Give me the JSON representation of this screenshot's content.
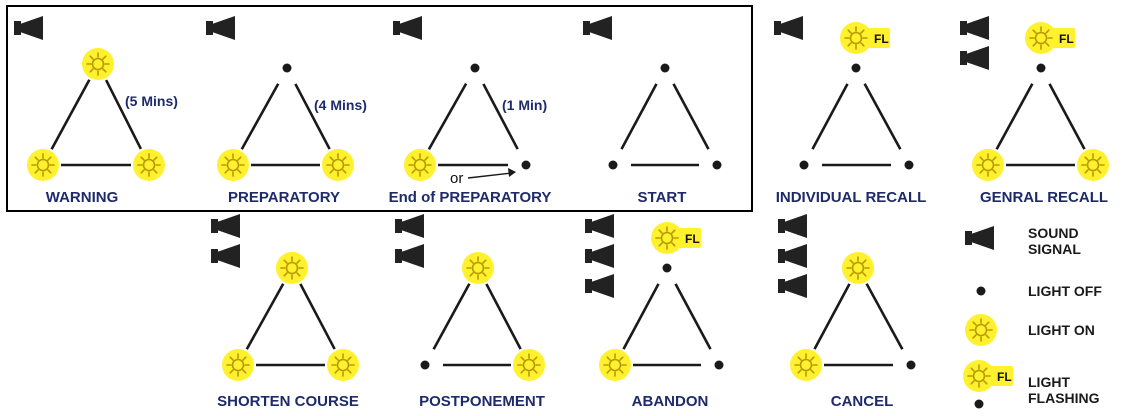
{
  "colors": {
    "label": "#1f2a6b",
    "line": "#1a1a1a",
    "light_glow": "#fff12e",
    "light_ray": "#b89a00",
    "horn": "#222222",
    "frame": "#000000"
  },
  "signals": [
    {
      "label": "WARNING",
      "duration": "(5 Mins)",
      "horns": 1,
      "top": "on",
      "left": "on",
      "right": "on",
      "flash": false
    },
    {
      "label": "PREPARATORY",
      "duration": "(4 Mins)",
      "horns": 1,
      "top": "off",
      "left": "on",
      "right": "on",
      "flash": false
    },
    {
      "label": "End of PREPARATORY",
      "duration": "(1 Min)",
      "horns": 1,
      "top": "off",
      "left": "on",
      "right": "off",
      "flash": false,
      "or_text": "or"
    },
    {
      "label": "START",
      "horns": 1,
      "top": "off",
      "left": "off",
      "right": "off",
      "flash": false
    },
    {
      "label": "INDIVIDUAL RECALL",
      "horns": 1,
      "top": "off",
      "left": "off",
      "right": "off",
      "flash": true,
      "flash_text": "FL"
    },
    {
      "label": "GENRAL RECALL",
      "horns": 2,
      "top": "off",
      "left": "on",
      "right": "on",
      "flash": true,
      "flash_text": "FL"
    },
    {
      "label": "SHORTEN COURSE",
      "horns": 2,
      "top": "on",
      "left": "on",
      "right": "on",
      "flash": false
    },
    {
      "label": "POSTPONEMENT",
      "horns": 2,
      "top": "on",
      "left": "off",
      "right": "on",
      "flash": false
    },
    {
      "label": "ABANDON",
      "horns": 3,
      "top": "off",
      "left": "on",
      "right": "off",
      "flash": true,
      "flash_text": "FL"
    },
    {
      "label": "CANCEL",
      "horns": 3,
      "top": "on",
      "left": "on",
      "right": "off",
      "flash": false
    }
  ],
  "legend": [
    {
      "icon": "horn-icon",
      "lines": [
        "SOUND",
        "SIGNAL"
      ]
    },
    {
      "icon": "light-off-dot-icon",
      "lines": [
        "LIGHT OFF"
      ]
    },
    {
      "icon": "light-on-icon",
      "lines": [
        "LIGHT ON"
      ]
    },
    {
      "icon": "light-flashing-icon",
      "lines": [
        "LIGHT",
        "FLASHING"
      ],
      "flash_text": "FL"
    }
  ]
}
